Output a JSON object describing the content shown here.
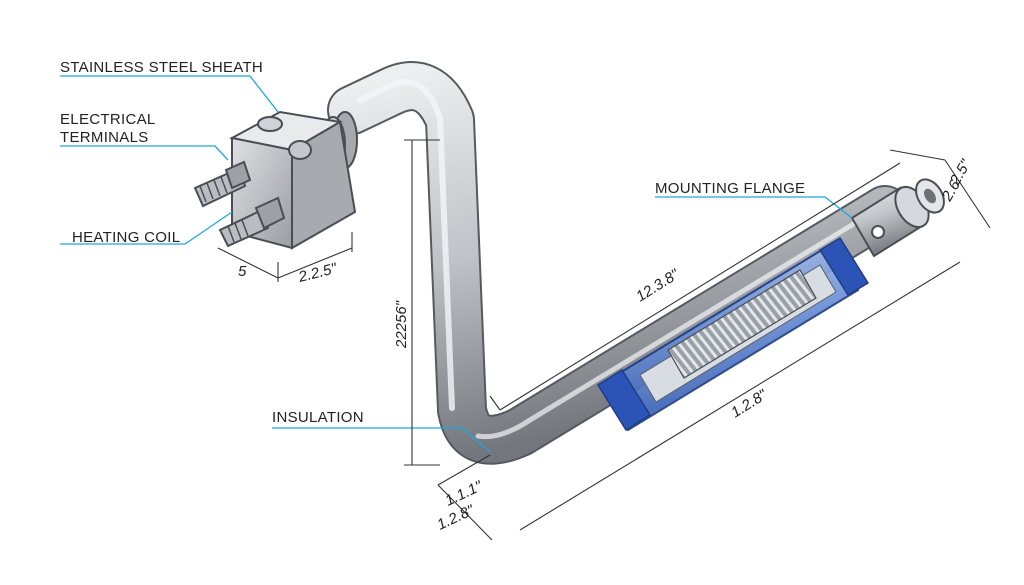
{
  "labels": {
    "sheath": "STAINLESS STEEL SHEATH",
    "terminals_line1": "ELECTRICAL",
    "terminals_line2": "TERMINALS",
    "coil": "HEATING COIL",
    "flange": "MOUNTING FLANGE",
    "insulation": "INSULATION"
  },
  "dimensions": {
    "box_depth": "5",
    "box_width": "2.2.5\"",
    "vertical_height": "22256\"",
    "diagonal_top": "12.3.8\"",
    "diagonal_bottom": "1.2.8\"",
    "bend_a": "1.1.1\"",
    "bend_b": "1.2.8\"",
    "end_a": "2.5\"",
    "end_b": "2.6"
  },
  "colors": {
    "leader": "#1ea7e1",
    "dimension": "#333333",
    "steel": "#b9bcc1",
    "insulation": "#3f6fd0"
  }
}
